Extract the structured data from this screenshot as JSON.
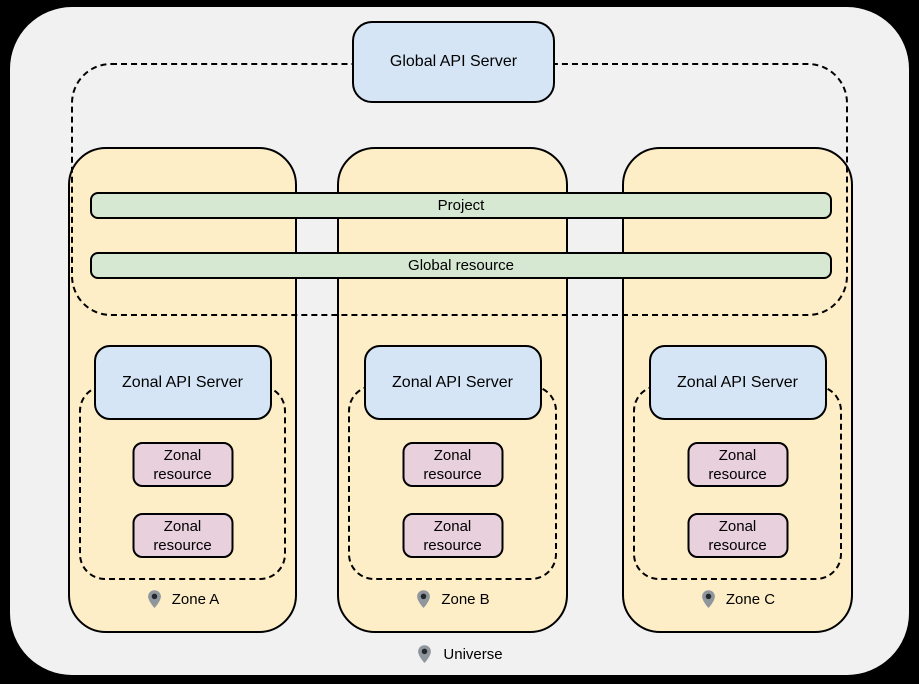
{
  "diagram": {
    "global_api_server_label": "Global API Server",
    "project_bar_label": "Project",
    "global_resource_bar_label": "Global resource",
    "universe_label": "Universe"
  },
  "zones": [
    {
      "name": "Zone A",
      "api_server_label": "Zonal API Server",
      "resources": [
        "Zonal resource",
        "Zonal resource"
      ]
    },
    {
      "name": "Zone B",
      "api_server_label": "Zonal API Server",
      "resources": [
        "Zonal resource",
        "Zonal resource"
      ]
    },
    {
      "name": "Zone C",
      "api_server_label": "Zonal API Server",
      "resources": [
        "Zonal resource",
        "Zonal resource"
      ]
    }
  ],
  "icons": {
    "location_pin": "map-marker"
  },
  "colors": {
    "page_background": "#000000",
    "universe_background": "#f1f1f2",
    "zone_background": "#fdeec7",
    "api_server_background": "#d5e5f6",
    "resource_background": "#e8d1dc",
    "spanning_bar_background": "#d6e7d2",
    "border": "#000000",
    "pin_gray": "#8f969c",
    "pin_dot": "#24282c"
  }
}
